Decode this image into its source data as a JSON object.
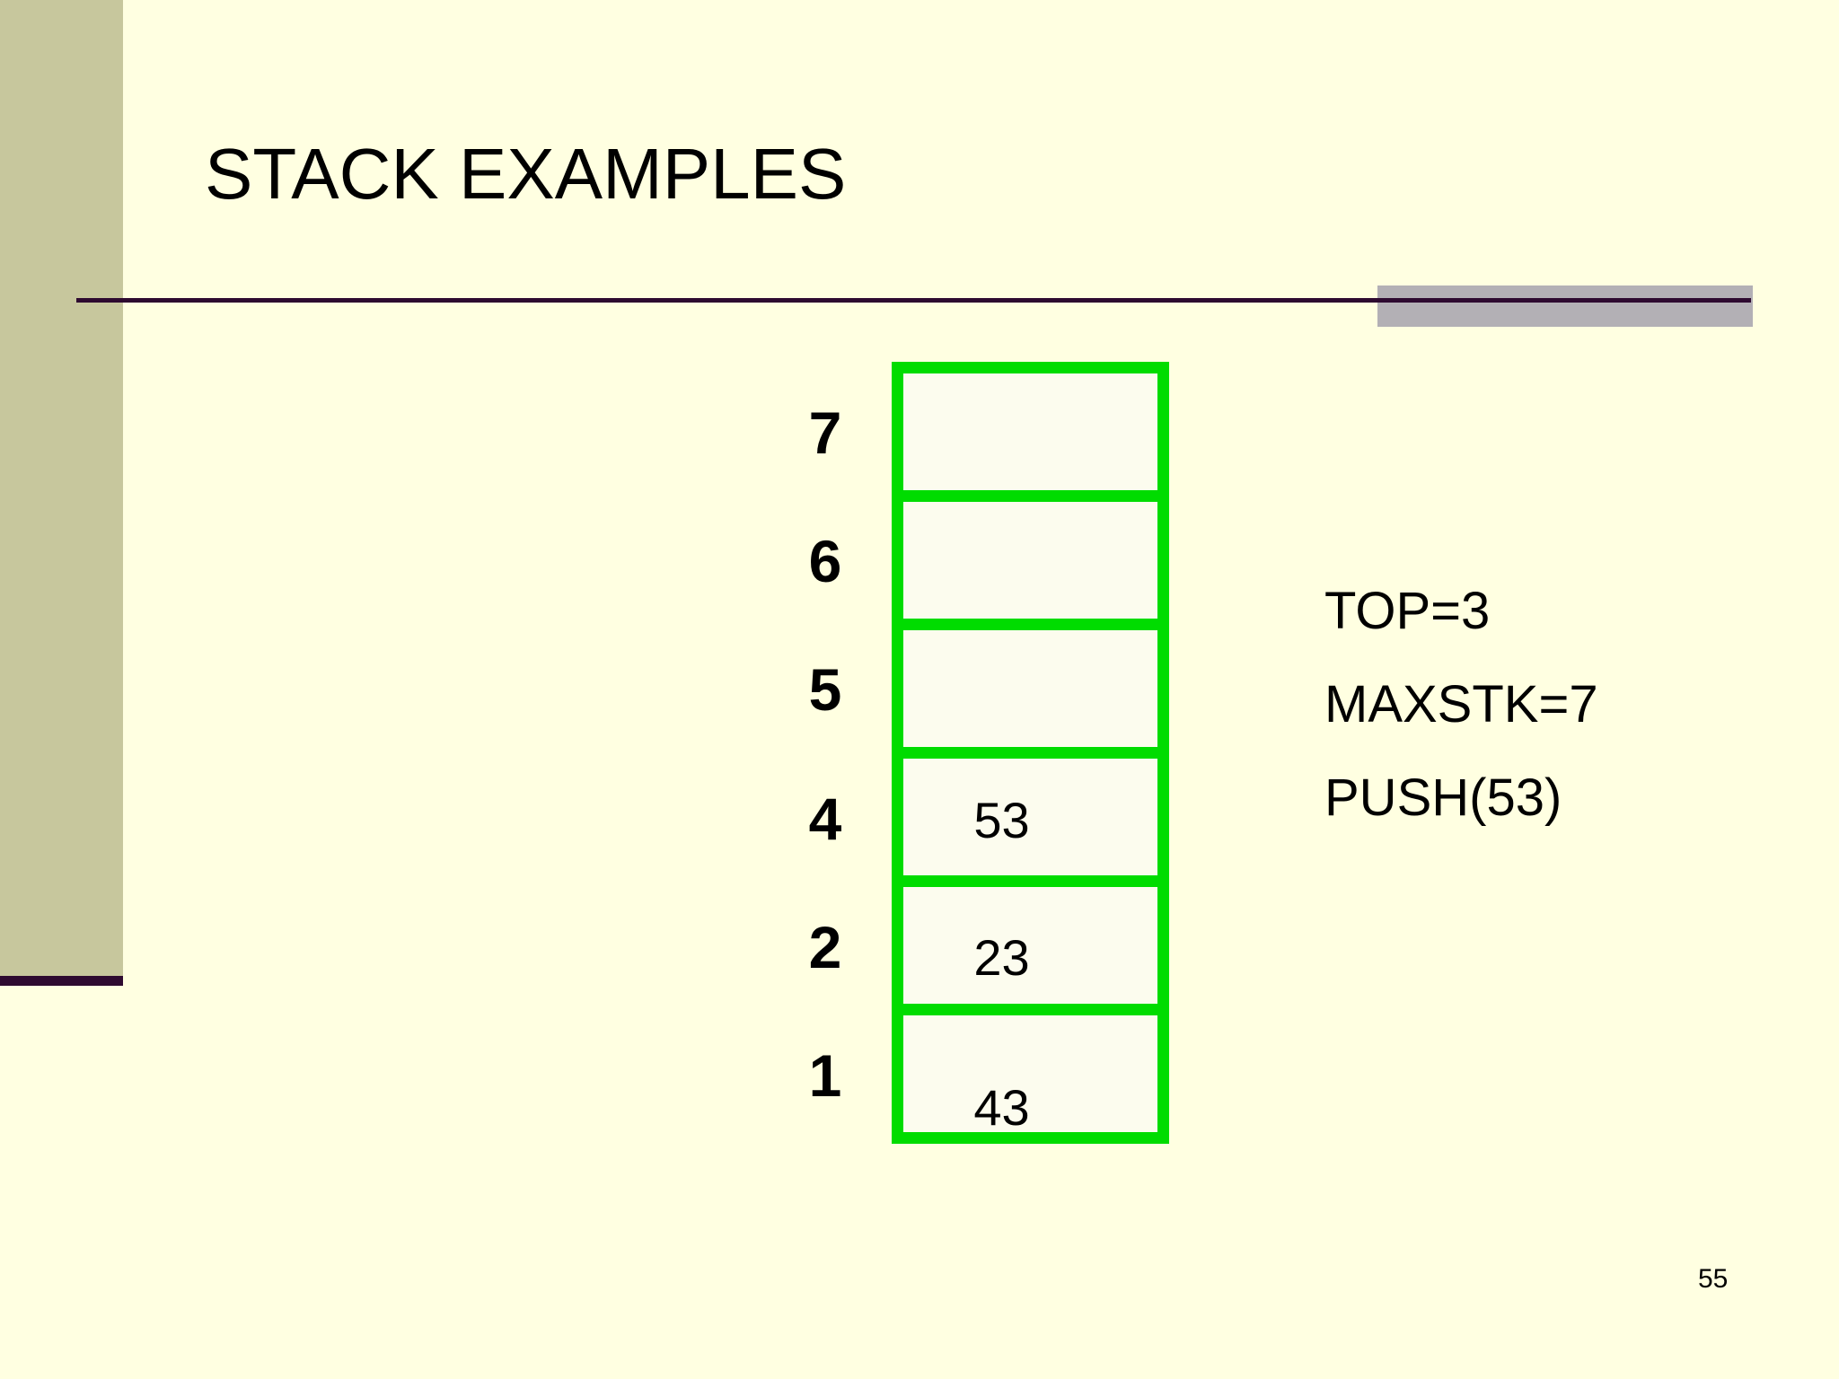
{
  "slide": {
    "title": "STACK EXAMPLES",
    "page_number": "55"
  },
  "stack": {
    "rows": [
      {
        "label": "7",
        "value": ""
      },
      {
        "label": "6",
        "value": ""
      },
      {
        "label": "5",
        "value": ""
      },
      {
        "label": "4",
        "value": "53"
      },
      {
        "label": "2",
        "value": "23"
      },
      {
        "label": "1",
        "value": "43"
      }
    ]
  },
  "annotations": {
    "lines": [
      "TOP=3",
      "MAXSTK=7",
      "PUSH(53)"
    ]
  },
  "colors": {
    "background": "#FFFFE1",
    "sidebar": "#C7C79D",
    "accent_line": "#2E0A30",
    "stack_border": "#00DC00",
    "cell_fill": "#FCFCEE",
    "gray_bar": "#B3B0B5",
    "text": "#000000"
  }
}
